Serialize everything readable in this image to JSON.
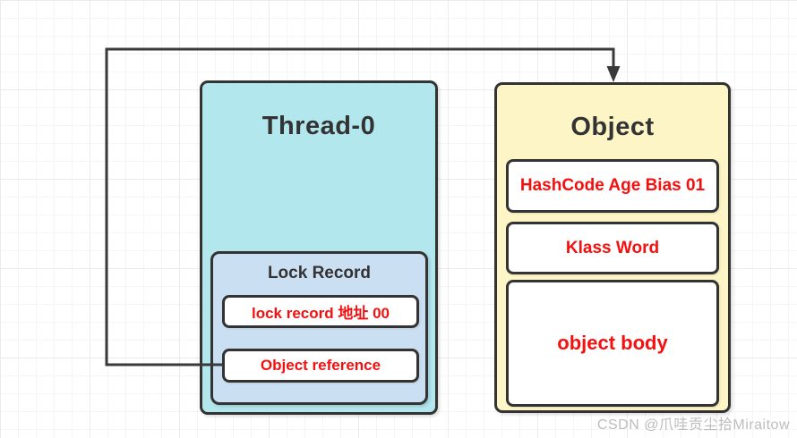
{
  "thread_box": {
    "title": "Thread-0",
    "lock_record": {
      "title": "Lock Record",
      "slots": [
        {
          "label": "lock record 地址 00"
        },
        {
          "label": "Object reference"
        }
      ]
    }
  },
  "object_box": {
    "title": "Object",
    "slots": [
      {
        "label": "HashCode Age Bias 01"
      },
      {
        "label": "Klass Word"
      },
      {
        "label": "object body"
      }
    ]
  },
  "arrow": {
    "from": "Object reference",
    "to": "Object"
  },
  "watermark": "CSDN @爪哇贡尘拾Miraitow",
  "colors": {
    "thread_fill": "#b2e7ee",
    "lock_record_fill": "#cadff2",
    "object_fill": "#fdf5c5",
    "slot_fill": "#ffffff",
    "border": "#333333",
    "slot_text": "#f50f0f",
    "title_text": "#333333",
    "arrow": "#3a3a3a",
    "watermark_text": "#bdbdbd"
  }
}
